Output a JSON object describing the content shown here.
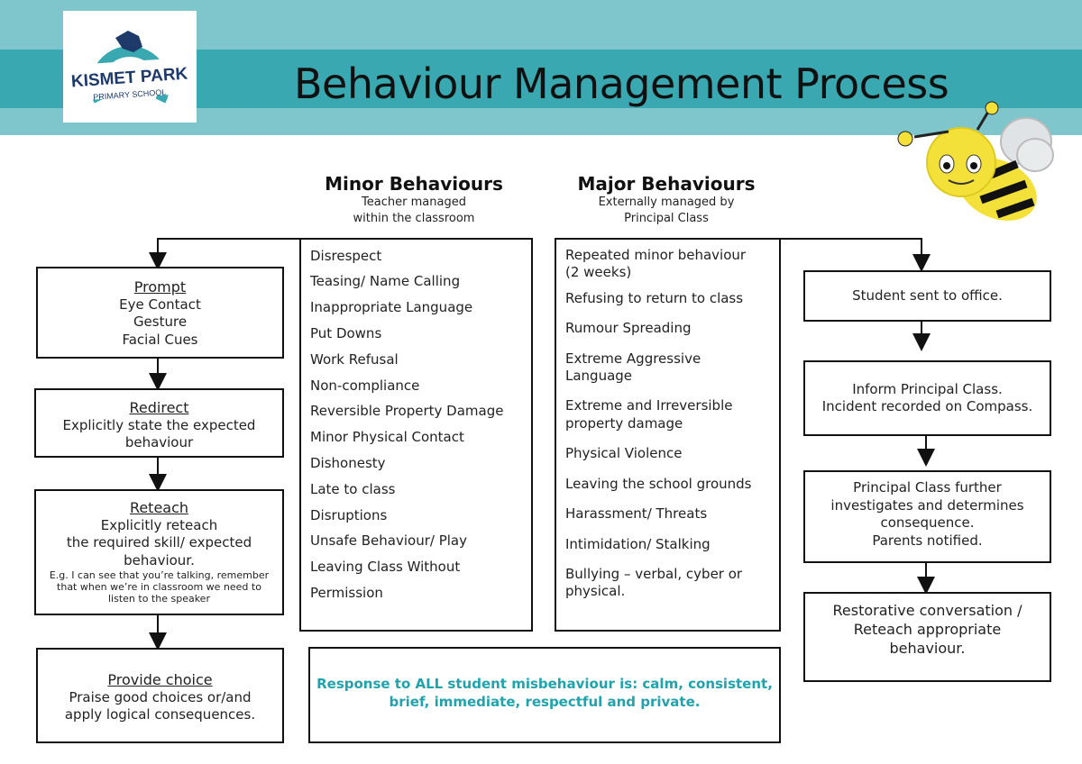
{
  "title": "Behaviour Management Process",
  "logo": {
    "line1": "KISMET PARK",
    "line2": "PRIMARY SCHOOL"
  },
  "colors": {
    "header_light": "#7ec6cc",
    "header_dark": "#3aa8b1",
    "response_text": "#21a3ad",
    "bee_yellow": "#f3e13a"
  },
  "minor": {
    "heading": "Minor Behaviours",
    "sub1": "Teacher managed",
    "sub2": "within the classroom",
    "items": [
      "Disrespect",
      "Teasing/ Name Calling",
      "Inappropriate Language",
      "Put Downs",
      "Work Refusal",
      "Non-compliance",
      "Reversible Property Damage",
      "Minor Physical Contact",
      "Dishonesty",
      "Late to class",
      "Disruptions",
      "Unsafe Behaviour/ Play",
      "Leaving Class Without",
      "Permission"
    ]
  },
  "major": {
    "heading": "Major Behaviours",
    "sub1": "Externally managed by",
    "sub2": "Principal Class",
    "items": [
      "Repeated minor behaviour",
      "(2 weeks)",
      "Refusing to return to class",
      "Rumour Spreading",
      "Extreme Aggressive",
      "Language",
      "Extreme and Irreversible",
      "property damage",
      "Physical Violence",
      "Leaving the school grounds",
      "Harassment/ Threats",
      "Intimidation/ Stalking",
      "Bullying – verbal, cyber or",
      "physical."
    ]
  },
  "steps": {
    "prompt": {
      "title": "Prompt",
      "lines": [
        "Eye Contact",
        "Gesture",
        "Facial Cues"
      ]
    },
    "redirect": {
      "title": "Redirect",
      "lines": [
        "Explicitly state the expected",
        "behaviour"
      ]
    },
    "reteach": {
      "title": "Reteach",
      "lines": [
        "Explicitly reteach",
        "the required skill/ expected",
        "behaviour."
      ],
      "example": [
        "E.g. I can see that you’re talking, remember",
        "that when we’re in classroom we need to",
        "listen to the speaker"
      ]
    },
    "choice": {
      "title": "Provide choice",
      "lines": [
        "Praise good choices or/and",
        "apply logical consequences."
      ]
    }
  },
  "major_steps": {
    "office": "Student sent to office.",
    "inform": [
      "Inform Principal Class.",
      "Incident recorded on Compass."
    ],
    "investigate": [
      "Principal Class further",
      "investigates and determines",
      "consequence.",
      "Parents notified."
    ],
    "restorative": [
      "Restorative conversation /",
      "Reteach appropriate",
      "behaviour."
    ]
  },
  "response": [
    "Response to ALL student misbehaviour is: calm, consistent,",
    "brief, immediate, respectful and private."
  ]
}
